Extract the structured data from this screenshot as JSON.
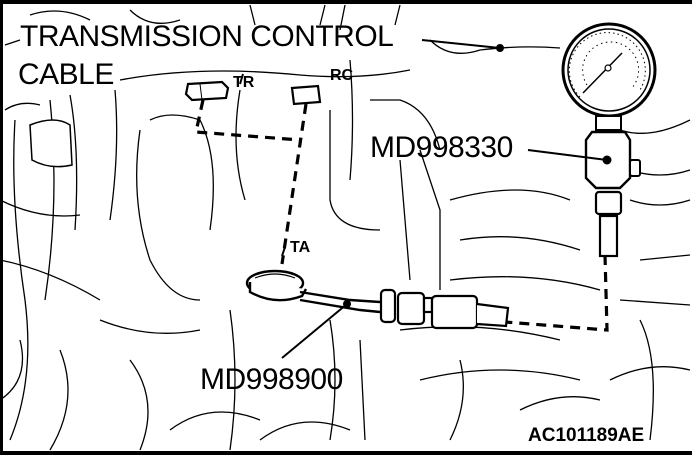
{
  "figure": {
    "labels": {
      "tcc_line1": "TRANSMISSION CONTROL",
      "tcc_line2": "CABLE",
      "tr": "TR",
      "rc": "RC",
      "ta": "TA",
      "gauge_tool": "MD998330",
      "adapter_tool": "MD998900",
      "figure_code": "AC101189AE"
    },
    "colors": {
      "ink": "#000000",
      "paper": "#ffffff"
    }
  }
}
